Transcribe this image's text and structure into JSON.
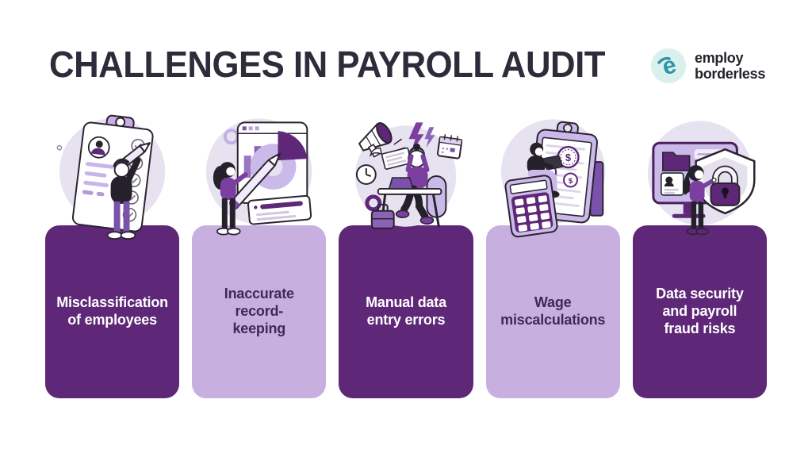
{
  "header": {
    "title": "CHALLENGES IN PAYROLL AUDIT",
    "logo": {
      "name": "employ borderless",
      "line1": "employ",
      "line2": "borderless",
      "icon": "employ-borderless-e-icon",
      "icon_color": "#2e93a6",
      "icon_bg": "#d9f0ec"
    }
  },
  "colors": {
    "background": "#ffffff",
    "title_text": "#2d2c3a",
    "card_dark": "#5e2777",
    "card_light": "#c7b0e0",
    "dark_card_text": "#ffffff",
    "light_card_text": "#3e2a52",
    "illustration_circle": "#e7e2f0",
    "accent_purple": "#7b52ab"
  },
  "cards": [
    {
      "label": "Misclassification of employees",
      "lines": [
        "Misclassification",
        "of employees"
      ],
      "variant": "dark",
      "illustration": "clipboard-checklist-person"
    },
    {
      "label": "Inaccurate record-keeping",
      "lines": [
        "Inaccurate",
        "record-",
        "keeping"
      ],
      "variant": "light",
      "illustration": "woman-pencil-pie-chart"
    },
    {
      "label": "Manual data entry errors",
      "lines": [
        "Manual data",
        "entry errors"
      ],
      "variant": "dark",
      "illustration": "stressed-worker-desk"
    },
    {
      "label": "Wage miscalculations",
      "lines": [
        "Wage",
        "miscalculations"
      ],
      "variant": "light",
      "illustration": "man-calculator-clipboard-coins"
    },
    {
      "label": "Data security and payroll fraud risks",
      "lines": [
        "Data security",
        "and payroll",
        "fraud risks"
      ],
      "variant": "dark",
      "illustration": "shield-padlock-monitor"
    }
  ]
}
